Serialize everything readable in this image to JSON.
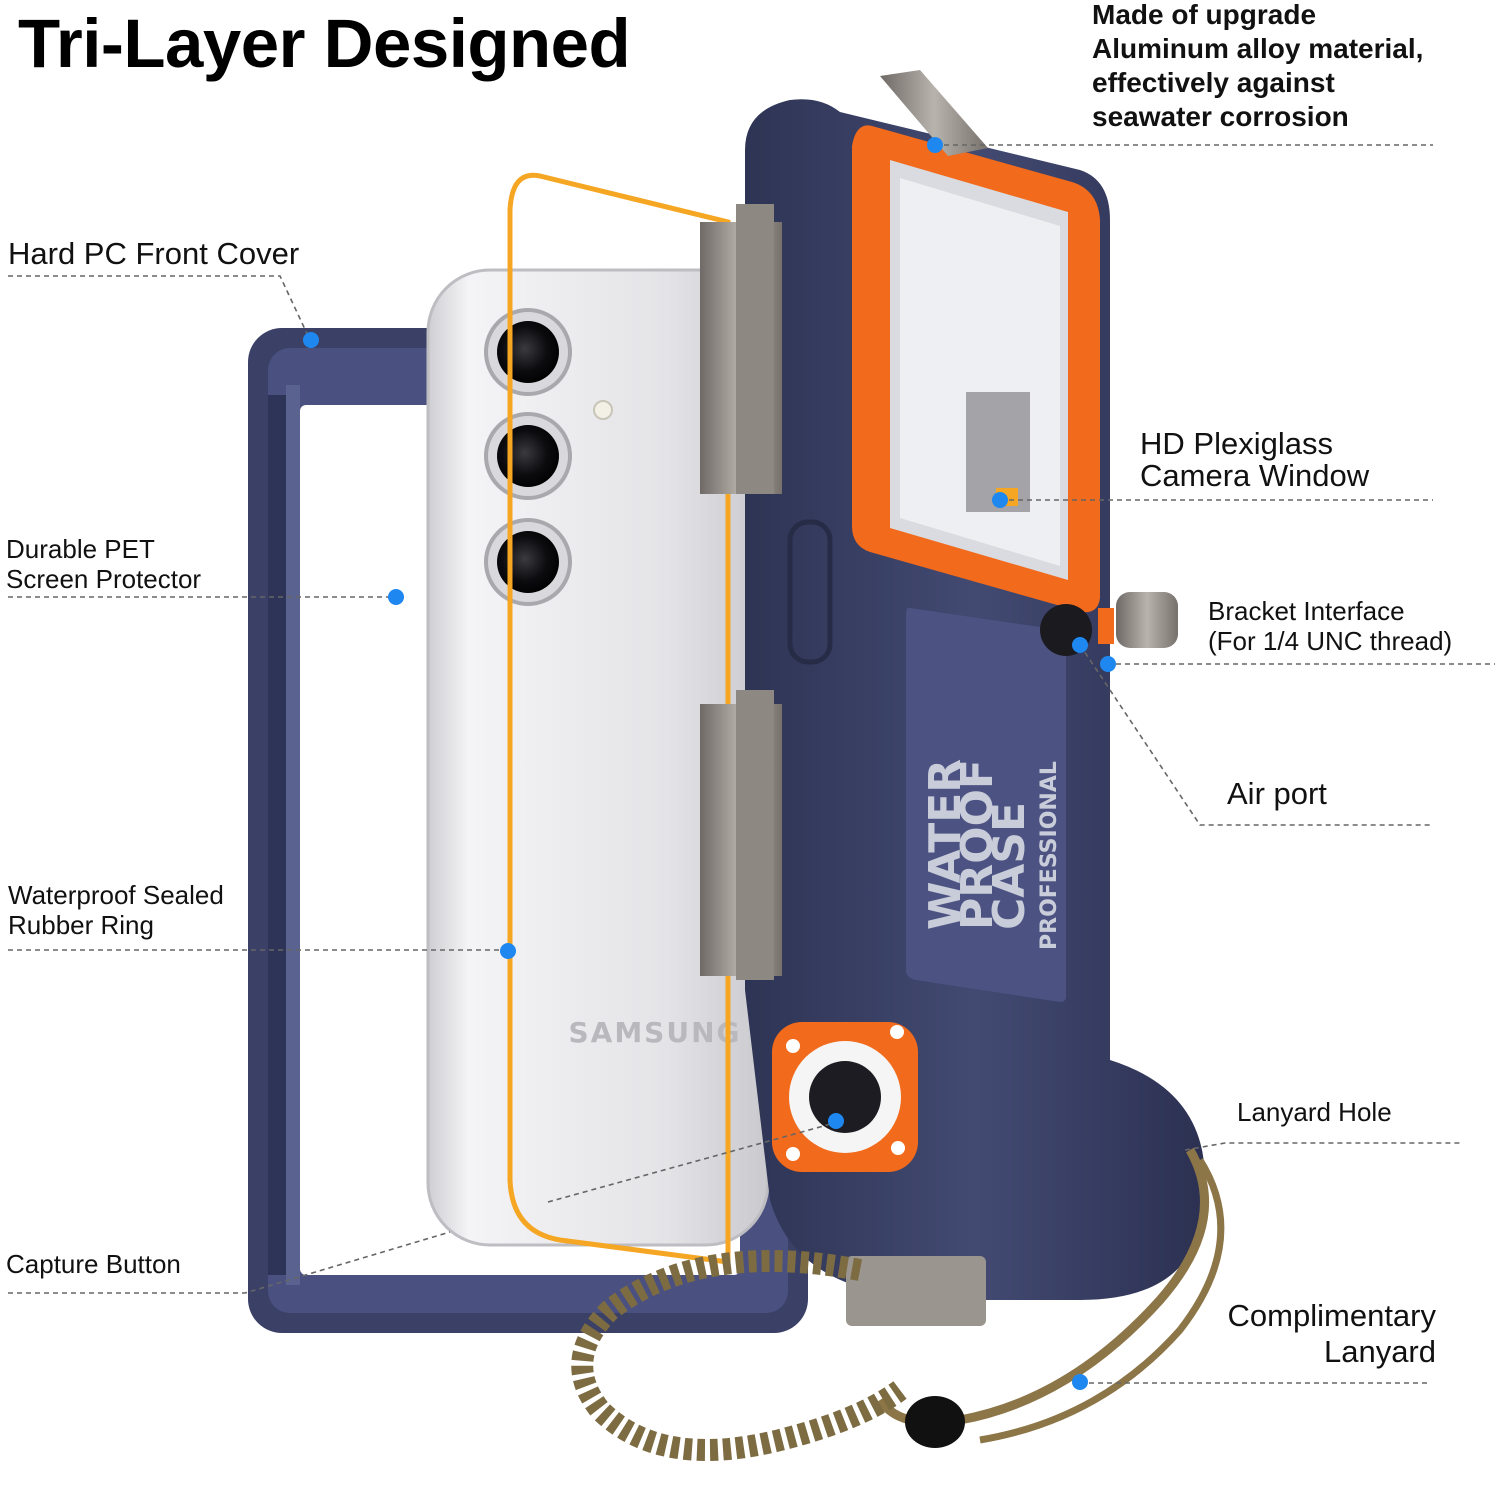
{
  "title": "Tri-Layer Designed",
  "callouts": {
    "aluminum": {
      "lines": [
        "Made of upgrade",
        "Aluminum alloy material,",
        "effectively against",
        "seawater corrosion"
      ]
    },
    "front_cover": {
      "lines": [
        "Hard PC Front Cover"
      ]
    },
    "camera_window": {
      "lines": [
        "HD Plexiglass",
        "Camera Window"
      ]
    },
    "screen_protector": {
      "lines": [
        "Durable PET",
        "Screen Protector"
      ]
    },
    "bracket": {
      "lines": [
        "Bracket Interface",
        "(For 1/4 UNC thread)"
      ]
    },
    "air_port": {
      "lines": [
        "Air port"
      ]
    },
    "rubber_ring": {
      "lines": [
        "Waterproof Sealed",
        "Rubber Ring"
      ]
    },
    "lanyard_hole": {
      "lines": [
        "Lanyard Hole"
      ]
    },
    "capture_button": {
      "lines": [
        "Capture Button"
      ]
    },
    "lanyard": {
      "lines": [
        "Complimentary",
        "Lanyard"
      ]
    }
  },
  "product_marks": {
    "phone_brand": "SAMSUNG",
    "case_print_1": "WATER",
    "case_print_2": "PROOF",
    "case_print_3": "CASE",
    "case_print_4": "PROFESSIONAL"
  },
  "colors": {
    "case_navy": "#3b4266",
    "case_navy_dark": "#2b3050",
    "accent_orange": "#f26a1b",
    "marker_blue": "#1e88f0",
    "leader_line": "#666666",
    "phone_silver": "#e6e6e8"
  }
}
